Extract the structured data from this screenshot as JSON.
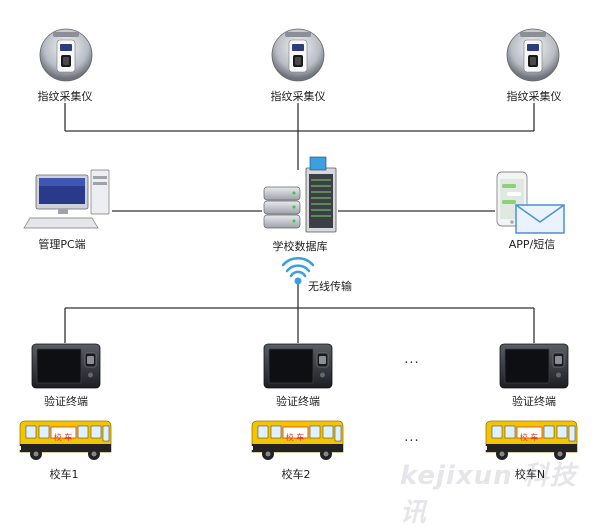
{
  "nodes": {
    "scanner_1": "指纹采集仪",
    "scanner_2": "指纹采集仪",
    "scanner_3": "指纹采集仪",
    "admin_pc": "管理PC端",
    "database": "学校数据库",
    "app_sms": "APP/短信",
    "wireless": "无线传输",
    "terminal_1": "验证终端",
    "terminal_2": "验证终端",
    "terminal_3": "验证终端",
    "bus_1": "校车1",
    "bus_2": "校车2",
    "bus_3": "校车N",
    "ellipsis_1": "···",
    "ellipsis_2": "···",
    "bus_sign": "校 车"
  },
  "watermark": "kejixun 科技讯",
  "colors": {
    "line": "#333333",
    "bus_yellow": "#f5c400",
    "bus_sign": "#e23b2a",
    "monitor": "#2a3a8a",
    "wifi": "#3aa0e0",
    "envelope": "#4a90d9"
  }
}
